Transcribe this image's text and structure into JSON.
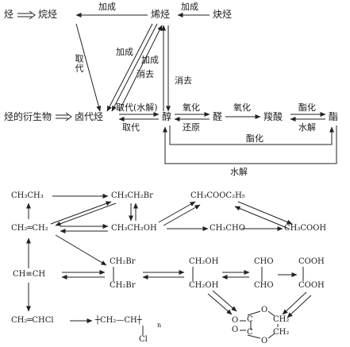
{
  "upper": {
    "nodes": {
      "alkane_src": "烃",
      "alkane": "烷烃",
      "alkene": "烯烃",
      "alkyne": "炔烃",
      "derivatives": "烃的衍生物",
      "haloalkane": "卤代烃",
      "alcohol": "醇",
      "aldehyde": "醛",
      "acid": "羧酸",
      "ester": "酯"
    },
    "labels": {
      "add_top_left": "加成",
      "add_top_right": "加成",
      "subst_vertical": "取代",
      "add_diag_1": "加成",
      "add_diag_2": "加成",
      "elim_diag": "消去",
      "elim_right": "消去",
      "subst_hydrolysis": "取代(水解)",
      "subst_under": "取代",
      "oxid_1": "氧化",
      "reduction": "还原",
      "oxid_2": "氧化",
      "esterif_top": "酯化",
      "hydrolysis_under": "水解",
      "esterif_loop": "酯化",
      "hydrolysis_loop": "水解"
    }
  },
  "lower": {
    "ethane": "CH₃CH₃",
    "bromoethane": "CH₃CH₂Br",
    "ethyl_acetate": "CH₃COOC₂H₅",
    "ethylene": "CH₂═CH₂",
    "ethanol": "CH₃CH₂OH",
    "acetaldehyde": "CH₃CHO",
    "acetic_acid": "CH₃COOH",
    "acetylene": "CH≡CH",
    "dibromo_top": "CH₂Br",
    "dibromo_bottom": "CH₂Br",
    "glycol_top": "CH₂OH",
    "glycol_bottom": "CH₂OH",
    "glyoxal_top": "CHO",
    "glyoxal_bottom": "CHO",
    "oxalic_top": "COOH",
    "oxalic_bottom": "COOH",
    "vinyl_chloride": "CH₂═CHCl",
    "pvc_chain": "┼CH₂—CH┼",
    "pvc_n": "n",
    "pvc_cl": "Cl",
    "ester_ring": {
      "o_top": "O",
      "c_top": "C",
      "c_bot": "C",
      "o_bot": "O",
      "o_left": "O",
      "o_left2": "O",
      "ch2_top": "CH₂",
      "ch2_bot": "CH₂"
    }
  }
}
